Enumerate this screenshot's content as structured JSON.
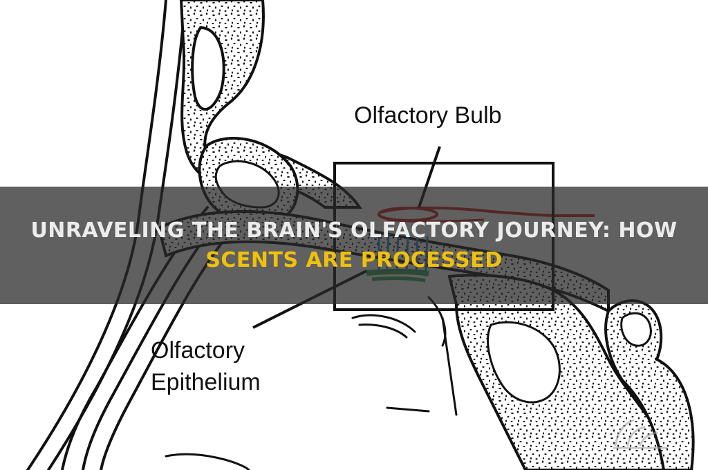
{
  "diagram": {
    "labels": {
      "bulb": "Olfactory Bulb",
      "epithelium_line1": "Olfactory",
      "epithelium_line2": "Epithelium"
    }
  },
  "title": {
    "line1": "UNRAVELING THE BRAIN'S OLFACTORY JOURNEY: HOW",
    "line2": "SCENTS ARE PROCESSED"
  },
  "colors": {
    "bulb_red": "#d2231f",
    "epithelium_green": "#3aa35a",
    "epithelium_blue": "#2f86c9",
    "title_light": "#ececec",
    "title_gold": "#f0c10c"
  }
}
